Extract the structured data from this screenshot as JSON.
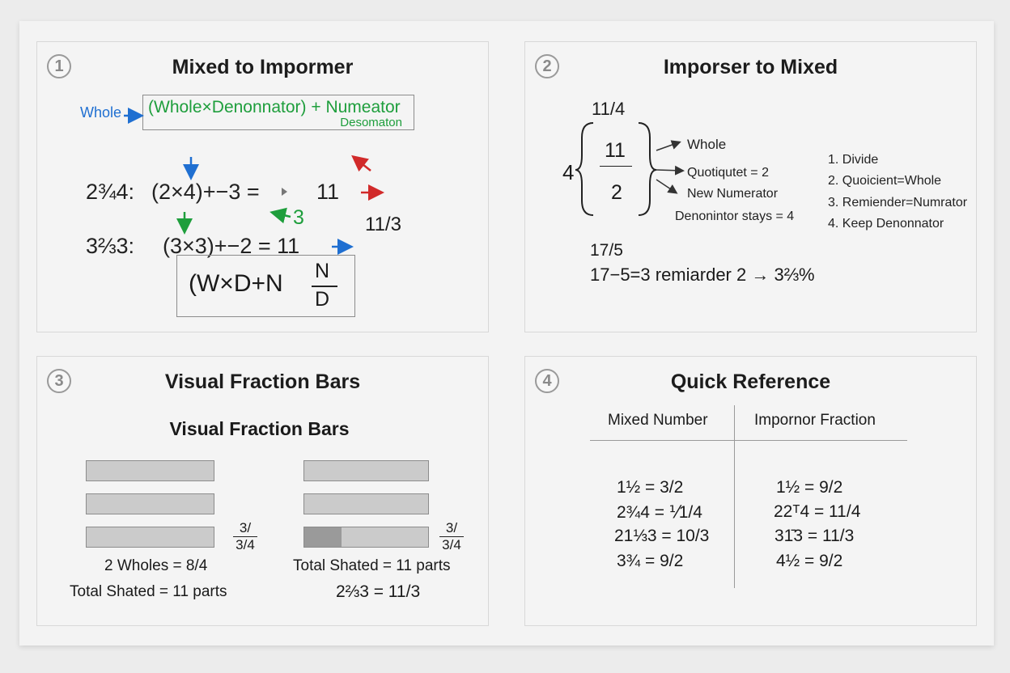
{
  "panel1": {
    "number": "1",
    "title": "Mixed to Impormer",
    "whole_label": "Whole",
    "formula_top": "(Whole×Denonnator) + Numeator",
    "formula_bottom": "Desomaton",
    "ex1_label": "2¾4:",
    "ex1_expr": "(2×4)+−3 =",
    "ex1_result": "11",
    "ex1_fraction": "11/3",
    "green_note": "3",
    "ex2_label": "3⅔3:",
    "ex2_expr": "(3×3)+−2 = 11",
    "rule_left": "(W×D+N",
    "rule_num": "N",
    "rule_den": "D"
  },
  "panel2": {
    "number": "2",
    "title": "Imporser to Mixed",
    "example_fraction": "11/4",
    "quotient_outside": "4",
    "div_top": "11",
    "div_bottom": "2",
    "label_whole": "Whole",
    "label_quotient": "Quotiqutet = 2",
    "label_new_num": "New Numerator",
    "label_den_stays": "Denonintor stays = 4",
    "steps": [
      "1. Divide",
      "2. Quoicient=Whole",
      "3. Remiender=Numrator",
      "4. Keep Denonnator"
    ],
    "ex2_fraction": "17/5",
    "ex2_line": "17−5=3 remiarder 2 → 3⅔%"
  },
  "panel3": {
    "number": "3",
    "title": "Visual Fraction Bars",
    "subtitle": "Visual Fraction Bars",
    "left_frac_top": "3/",
    "left_frac_bottom": "3/4",
    "left_caption1": "2 Wholes = 8/4",
    "left_caption2": "Total Shated = 11 parts",
    "right_frac_top": "3/",
    "right_frac_bottom": "3/4",
    "right_caption1": "Total Shated = 11 parts",
    "right_caption2": "2⅔3 = 11/3",
    "right_third_bar_fill": 0.3
  },
  "panel4": {
    "number": "4",
    "title": "Quick Reference",
    "col1": "Mixed Number",
    "col2": "Impornor Fraction",
    "rows_left": [
      "1½  = 3/2",
      "2¾4  = ⅟1/4",
      "21⅓3 = 10/3",
      "3¾  = 9/2"
    ],
    "rows_right": [
      "1½  = 9/2",
      "22ᵀ4 = 11/4",
      "31̄3  = 11/3",
      "4½  = 9/2"
    ]
  },
  "colors": {
    "blue": "#1f6fd1",
    "green": "#1e9e3c",
    "red": "#d12a2a"
  }
}
